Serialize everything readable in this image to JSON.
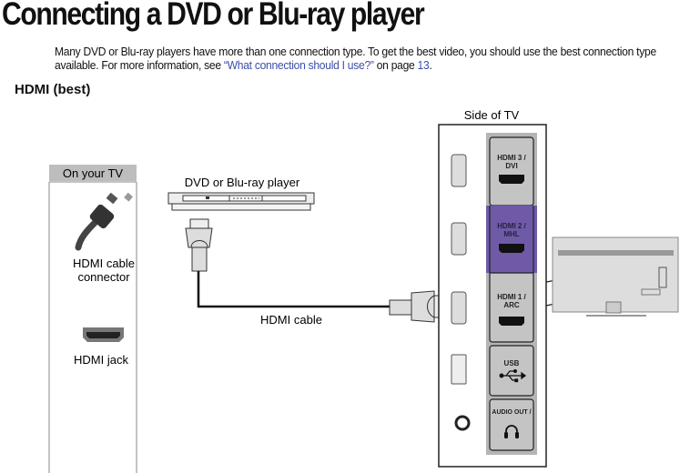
{
  "title": "Connecting a DVD or Blu-ray player",
  "intro": {
    "text_before": "Many DVD or Blu-ray players have more than one connection type. To get the best video, you should use the best connection type available. For more information, see ",
    "link_text": "“What connection should I use?”",
    "text_mid": " on page ",
    "page_link": "13",
    "text_end": "."
  },
  "section_heading": "HDMI (best)",
  "legend": {
    "header": "On your TV",
    "connector_label_1": "HDMI cable",
    "connector_label_2": "connector",
    "jack_label": "HDMI jack"
  },
  "diagram": {
    "player_label": "DVD or Blu-ray player",
    "cable_label": "HDMI cable",
    "side_label": "Side of TV",
    "ports": [
      {
        "line1": "HDMI 3 /",
        "line2": "DVI"
      },
      {
        "line1": "HDMI 2 /",
        "line2": "MHL"
      },
      {
        "line1": "HDMI 1 /",
        "line2": "ARC"
      },
      {
        "line1": "USB",
        "line2": ""
      },
      {
        "line1": "AUDIO OUT /",
        "line2": ""
      }
    ],
    "highlight_color": "#6f5aa8"
  }
}
